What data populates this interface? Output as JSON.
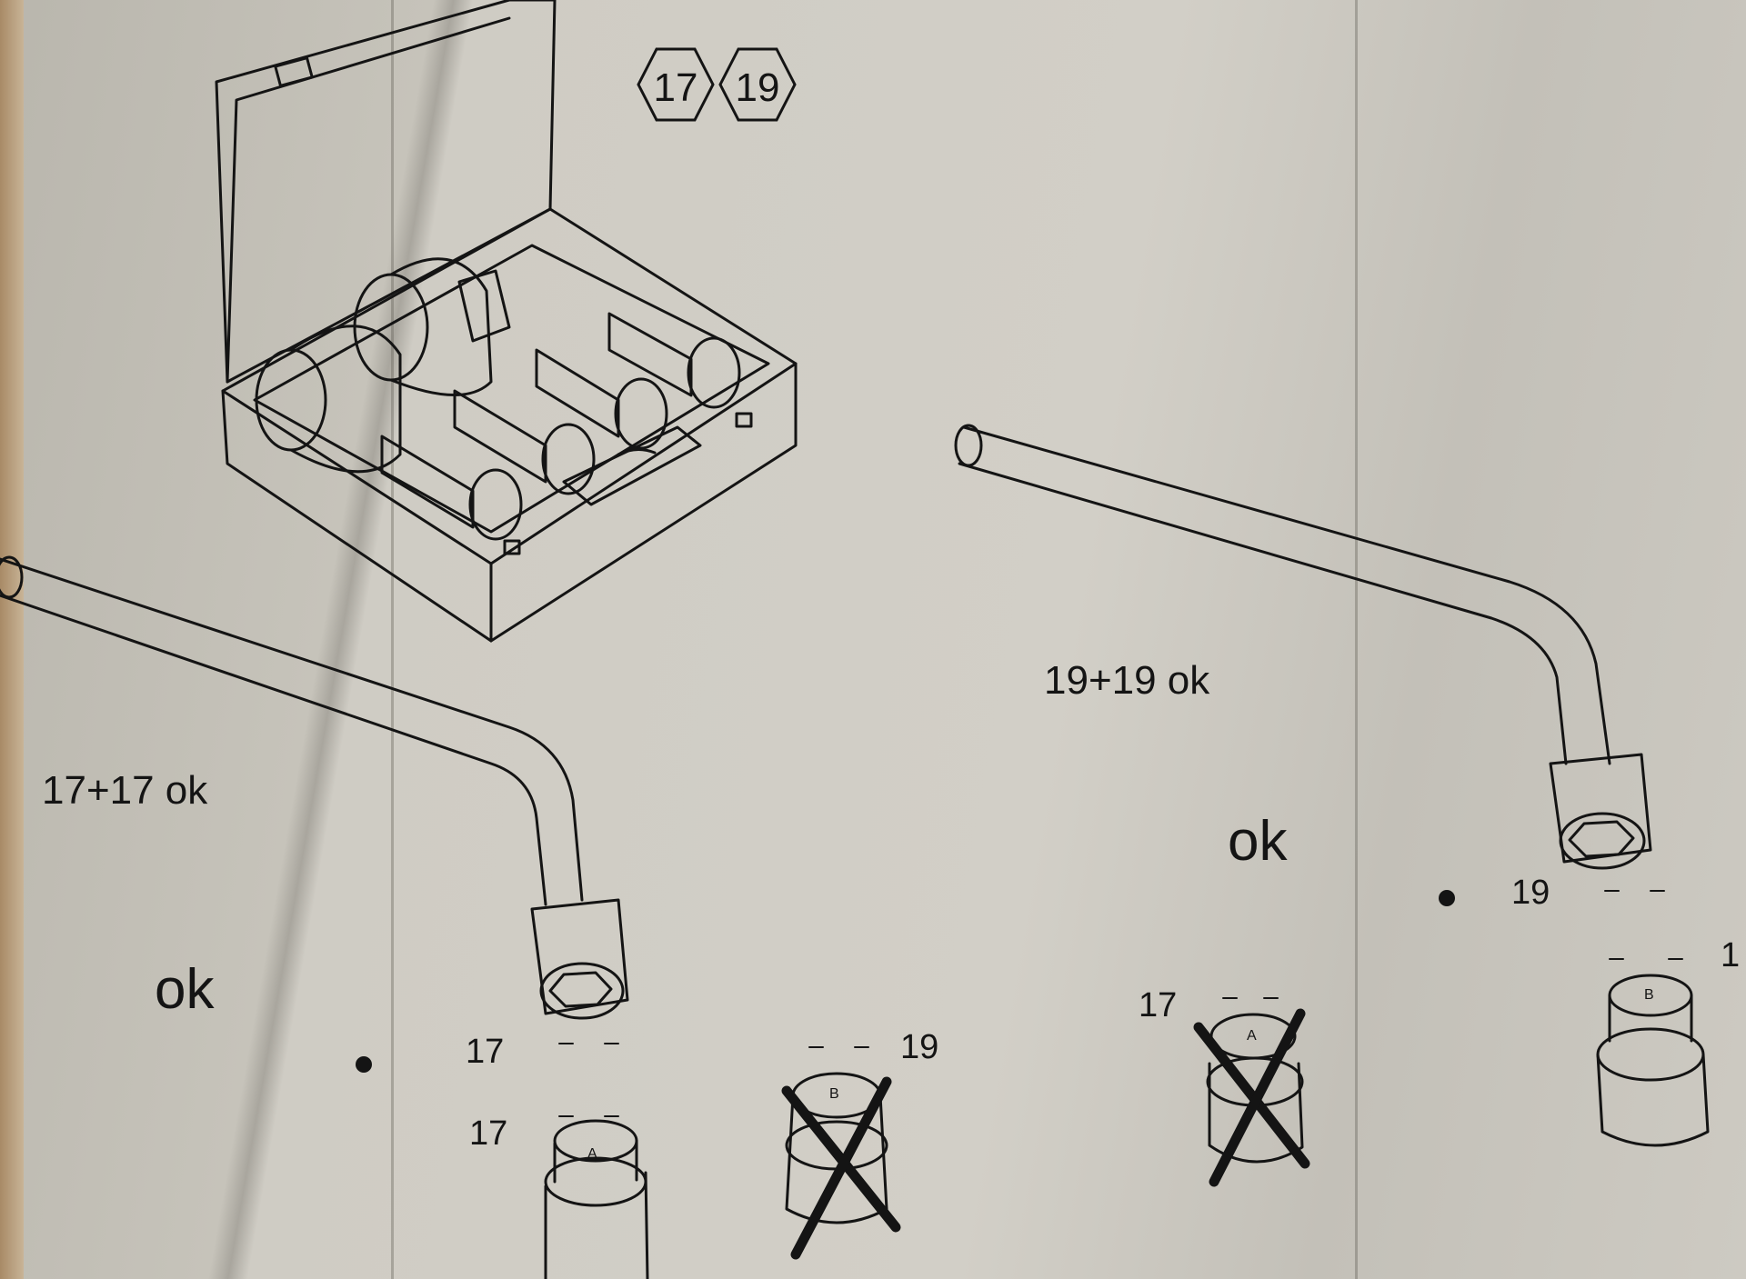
{
  "badges": [
    "17",
    "19"
  ],
  "left_panel": {
    "combo_label": "17+17 ok",
    "ok_label": "ok",
    "wrench_size": "17",
    "socket_a_size": "17",
    "socket_a_letter": "A",
    "socket_b_size": "19",
    "socket_b_letter": "B"
  },
  "right_panel": {
    "combo_label": "19+19 ok",
    "ok_label": "ok",
    "wrench_size": "19",
    "socket_a_size": "17",
    "socket_a_letter": "A",
    "socket_b_size": "1",
    "socket_b_letter": "B"
  },
  "colors": {
    "ink": "#141414",
    "paper": "#d2cfc7"
  },
  "icons": [
    "hex-badge-icon",
    "wrench-icon",
    "socket-icon",
    "cross-mark-icon",
    "toolbox-icon"
  ]
}
